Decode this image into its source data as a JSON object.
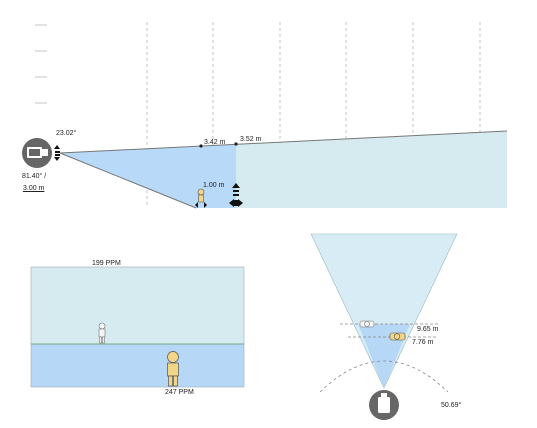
{
  "side_view": {
    "tilt_angle_label": "23.02°",
    "fov_angle_label": "81.40° /",
    "mount_height_label": "3.00 m",
    "near_distance_label": "3.42 m",
    "far_distance_label": "3.52 m",
    "target_height_label": "1.00 m",
    "colors": {
      "coverage_dark": "#b8d9f8",
      "coverage_light": "#d5ebf0",
      "grid": "#bbbbbb"
    }
  },
  "front_view": {
    "top_ppm_label": "199 PPM",
    "bottom_ppm_label": "247 PPM",
    "colors": {
      "upper": "#d5ebf0",
      "lower": "#b6d7f6"
    }
  },
  "top_view": {
    "far_distance_label": "9.65 m",
    "near_distance_label": "7.76 m",
    "hfov_angle_label": "50.69°",
    "colors": {
      "cone_light": "#d8ecf6",
      "cone_dark": "#b6d7f6"
    }
  }
}
